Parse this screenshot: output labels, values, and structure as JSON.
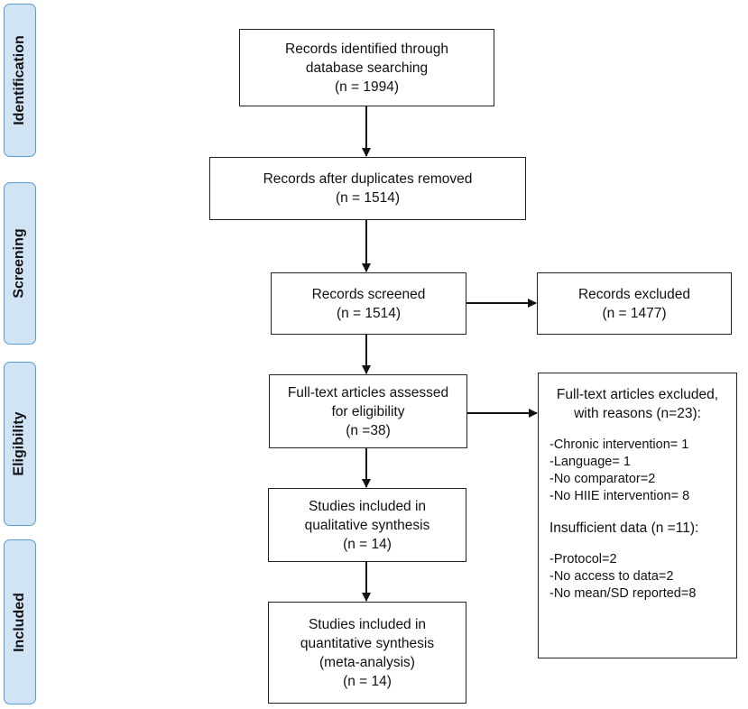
{
  "phases": {
    "identification": "Identification",
    "screening": "Screening",
    "eligibility": "Eligibility",
    "included": "Included"
  },
  "boxes": {
    "identified": {
      "line1": "Records identified through",
      "line2": "database searching",
      "line3": "(n = 1994)"
    },
    "deduplicated": {
      "line1": "Records after duplicates removed",
      "line2": "(n = 1514)"
    },
    "screened": {
      "line1": "Records screened",
      "line2": "(n = 1514)"
    },
    "excluded": {
      "line1": "Records excluded",
      "line2": "(n = 1477)"
    },
    "fulltext": {
      "line1": "Full-text articles assessed",
      "line2": "for eligibility",
      "line3": "(n =38)"
    },
    "qualitative": {
      "line1": "Studies included in",
      "line2": "qualitative synthesis",
      "line3": "(n = 14)"
    },
    "quantitative": {
      "line1": "Studies included in",
      "line2": "quantitative synthesis",
      "line3": "(meta-analysis)",
      "line4": "(n = 14)"
    }
  },
  "fulltext_excluded": {
    "title_line1": "Full-text articles excluded,",
    "title_line2": "with reasons (n=23):",
    "reasons": [
      "-Chronic intervention= 1",
      "-Language= 1",
      "-No comparator=2",
      "-No HIIE intervention= 8"
    ],
    "insufficient_title": "Insufficient data (n =11):",
    "insufficient_reasons": [
      "-Protocol=2",
      "-No access to data=2",
      "-No mean/SD reported=8"
    ]
  }
}
